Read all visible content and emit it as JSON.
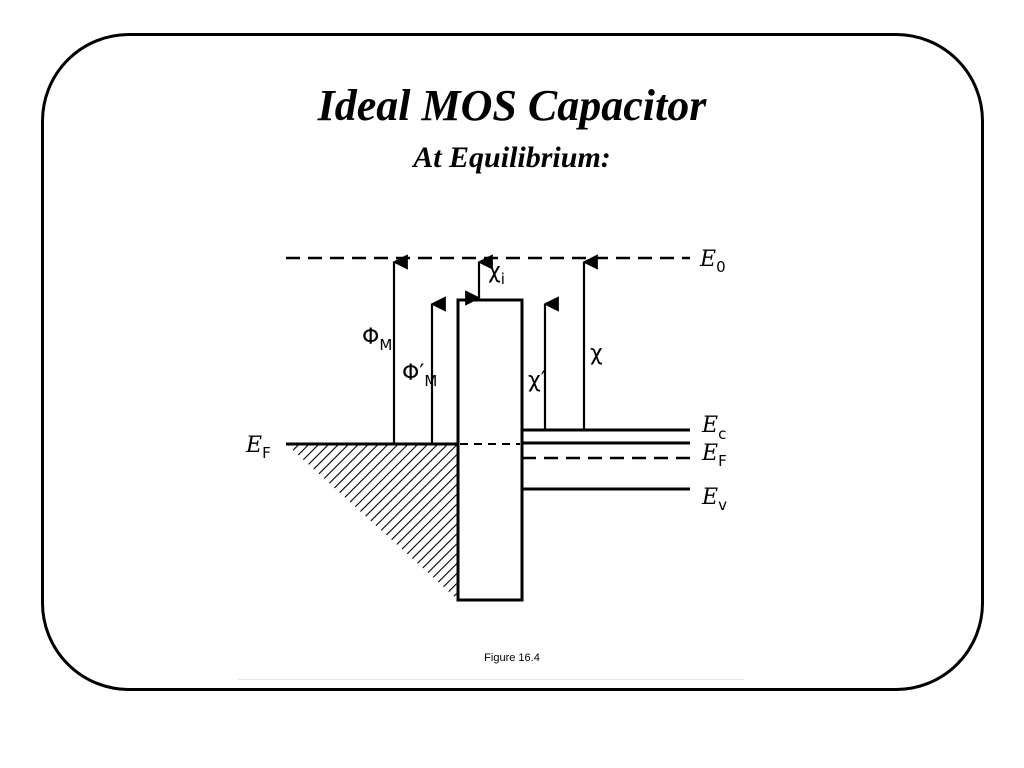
{
  "slide": {
    "title": "Ideal MOS Capacitor",
    "subtitle": "At Equilibrium:"
  },
  "diagram": {
    "vacuum_level": {
      "base": "E",
      "sub": "0"
    },
    "metal_fermi_level": {
      "base": "E",
      "sub": "F"
    },
    "conduction_band": {
      "base": "E",
      "sub": "c"
    },
    "semiconductor_fermi_level": {
      "base": "E",
      "sub": "F"
    },
    "valence_band": {
      "base": "E",
      "sub": "v"
    },
    "metal_work_function": {
      "base": "Φ",
      "sub": "M"
    },
    "modified_work_function": {
      "base": "Φ′",
      "sub": "M"
    },
    "oxide_electron_affinity": {
      "base": "χ",
      "sub": "i"
    },
    "semiconductor_electron_affinity": "χ",
    "modified_electron_affinity": "χ′"
  },
  "caption": "Figure 16.4"
}
